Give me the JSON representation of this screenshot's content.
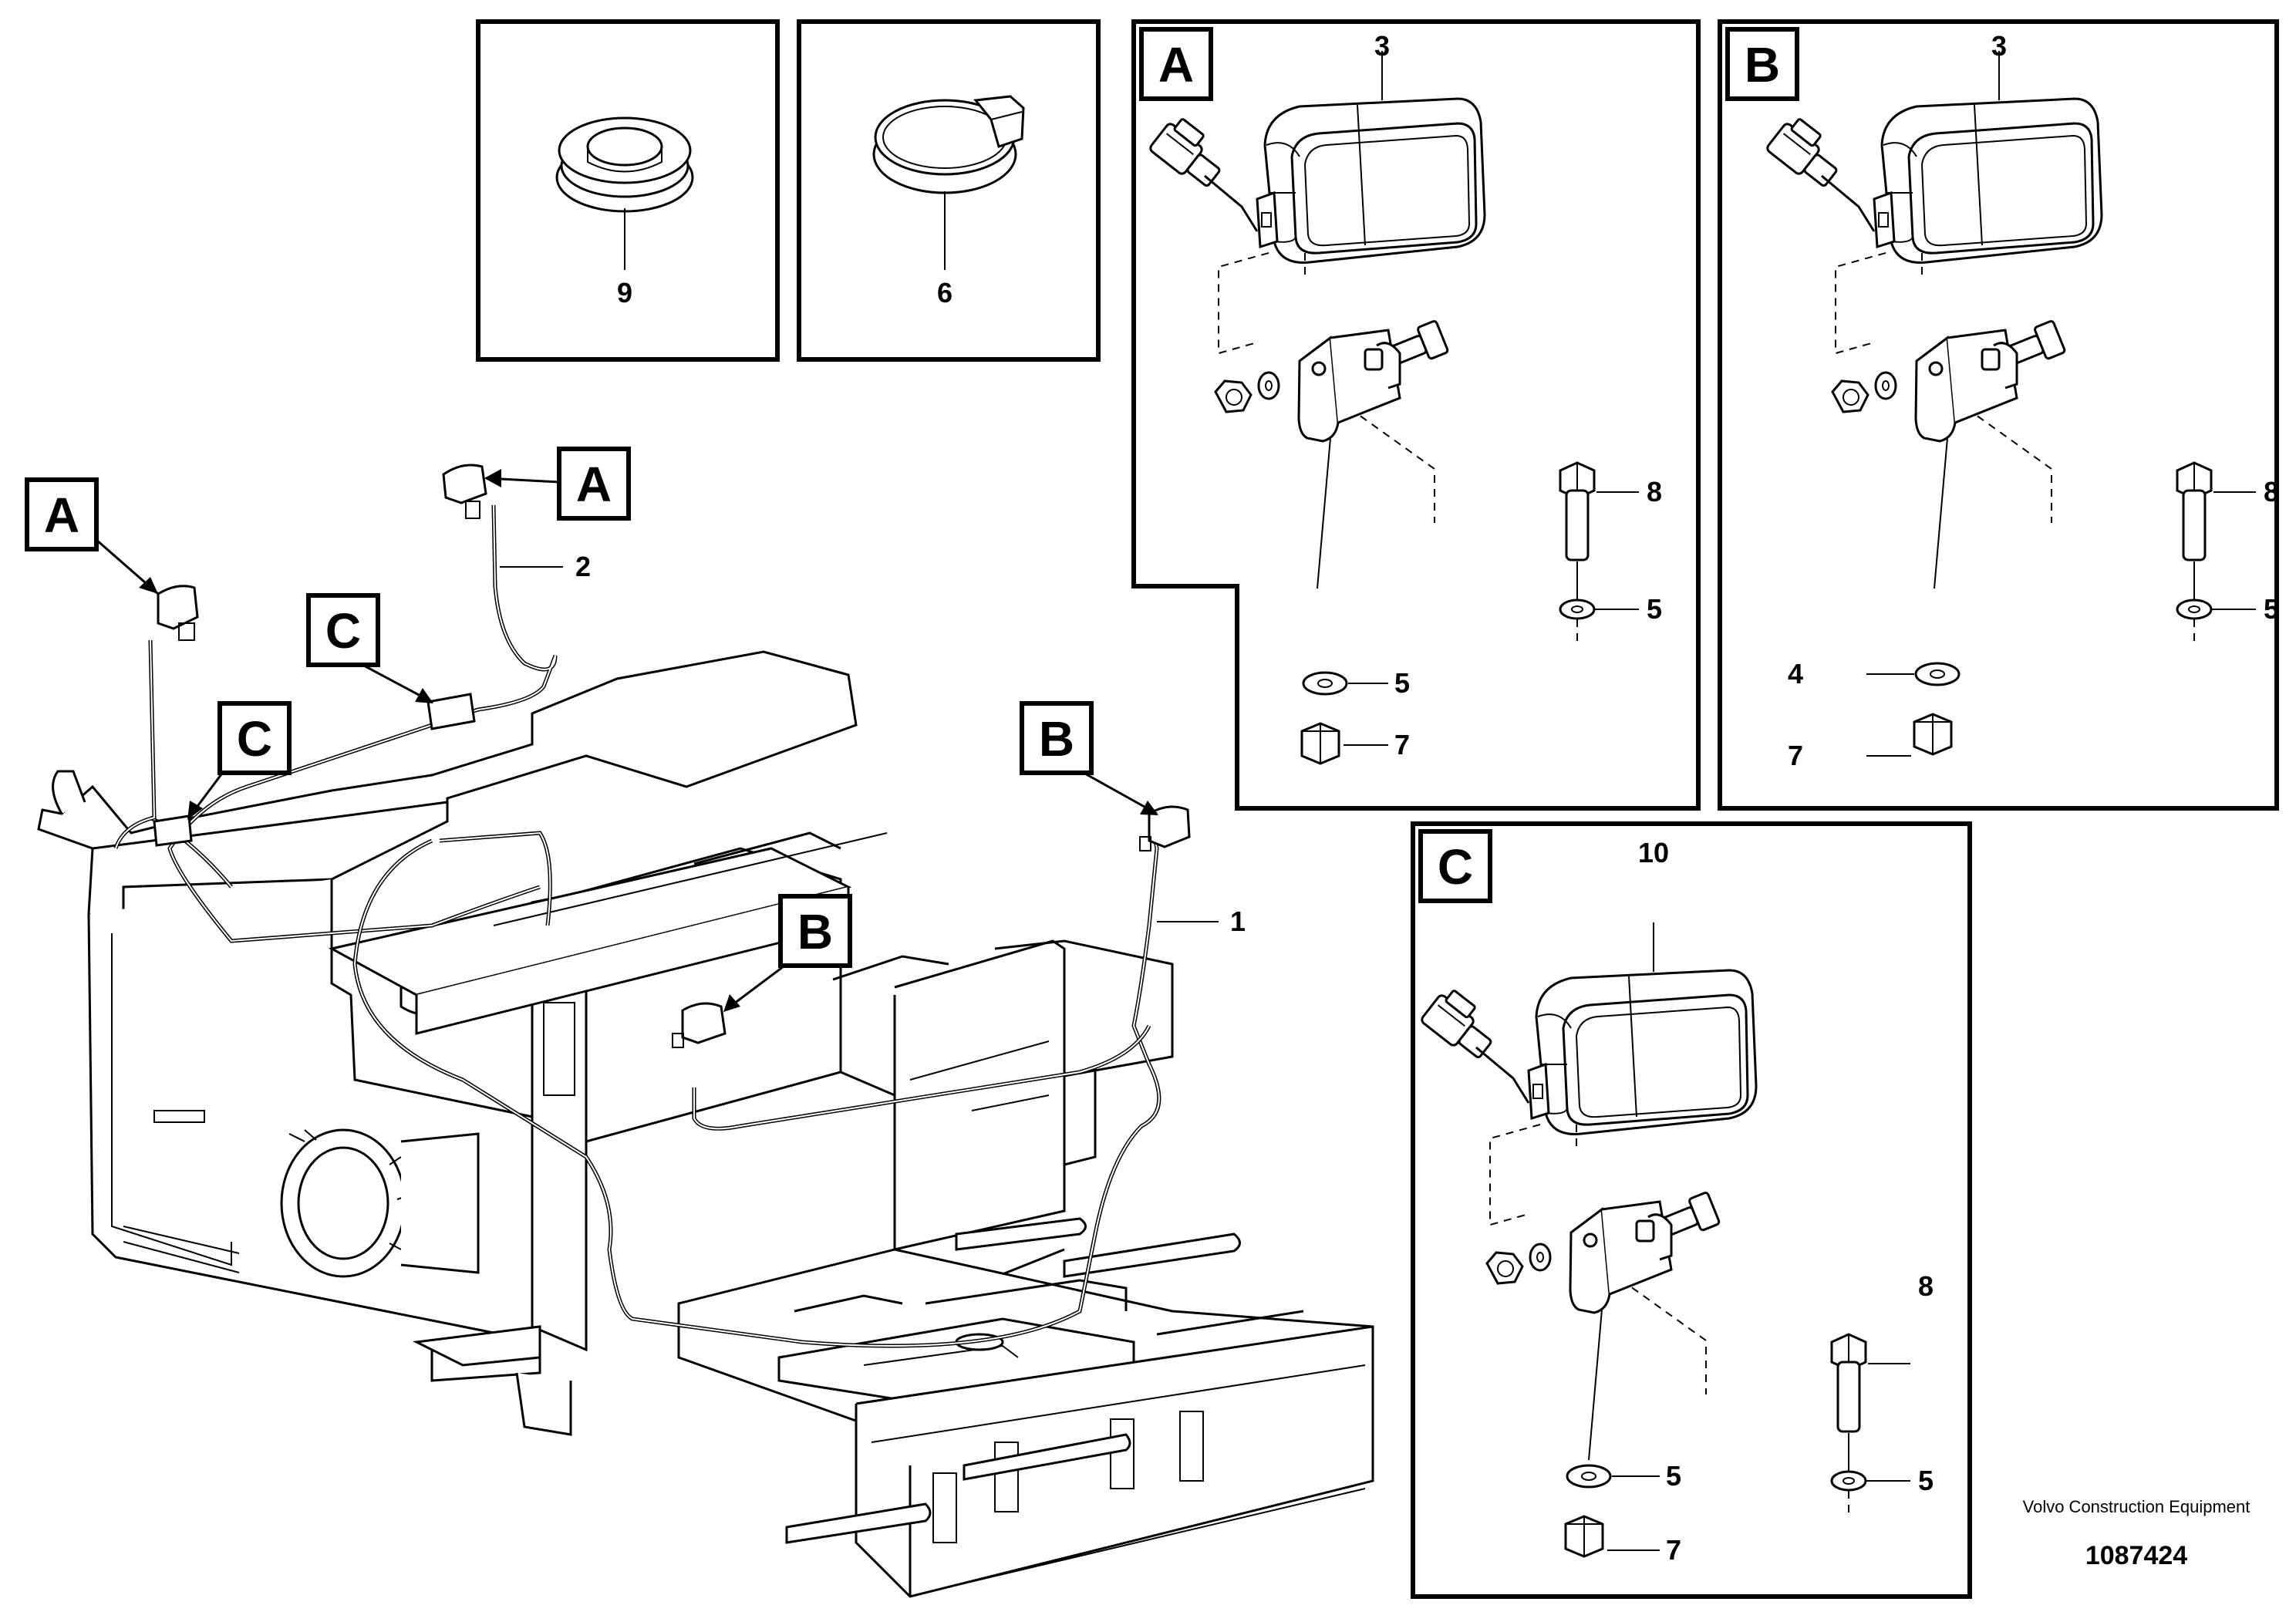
{
  "callouts": {
    "main_A_left": "A",
    "main_A_top": "A",
    "main_B_right": "B",
    "main_B_center": "B",
    "main_C_upper": "C",
    "main_C_left": "C"
  },
  "parts_main": {
    "harness_1": "1",
    "harness_2": "2"
  },
  "inset_9": {
    "part": "9"
  },
  "inset_6": {
    "part": "6"
  },
  "detail_A": {
    "letter": "A",
    "lamp": "3",
    "screw": "8",
    "washer_upper": "5",
    "washer_lower": "5",
    "nut": "7"
  },
  "detail_B": {
    "letter": "B",
    "lamp": "3",
    "screw": "8",
    "washer_upper": "5",
    "washer_lower": "4",
    "nut": "7"
  },
  "detail_C": {
    "letter": "C",
    "lamp": "10",
    "screw": "8",
    "washer_upper": "5",
    "washer_lower": "5",
    "nut": "7"
  },
  "footer": {
    "company": "Volvo Construction Equipment",
    "drawing_number": "1087424"
  }
}
